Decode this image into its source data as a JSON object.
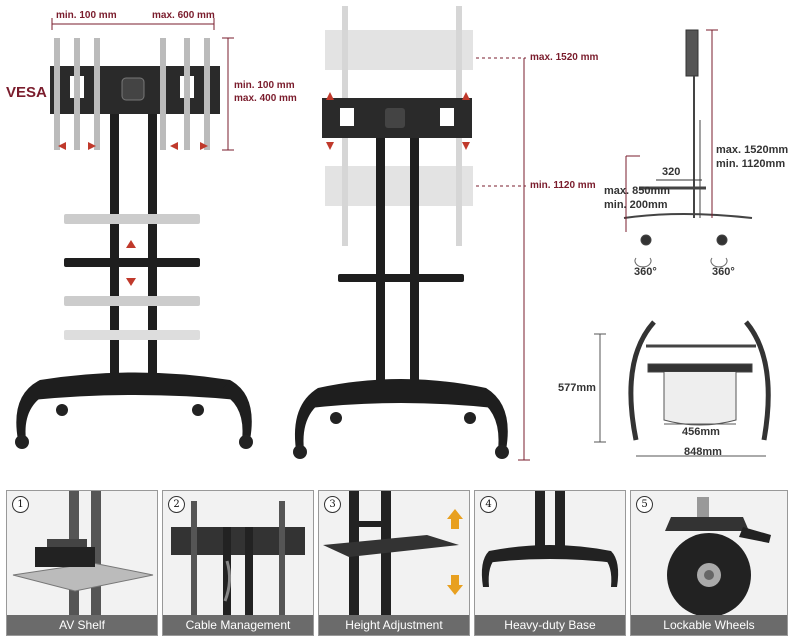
{
  "vesa": {
    "label": "VESA",
    "min_w": "min. 100 mm",
    "max_w": "max. 600 mm",
    "min_h": "min.  100 mm",
    "max_h": "max. 400 mm"
  },
  "height": {
    "max": "max. 1520 mm",
    "min": "min.  1120 mm"
  },
  "side": {
    "width": "320",
    "max_h": "max. 1520mm",
    "min_h": "min.  1120mm",
    "shelf_max": "max. 850mm",
    "shelf_min": "min.  200mm",
    "rot_left": "360°",
    "rot_right": "360°"
  },
  "base": {
    "height": "577mm",
    "inner": "456mm",
    "outer": "848mm"
  },
  "features": [
    {
      "num": "1",
      "label": "AV Shelf"
    },
    {
      "num": "2",
      "label": "Cable Management"
    },
    {
      "num": "3",
      "label": "Height Adjustment"
    },
    {
      "num": "4",
      "label": "Heavy-duty Base"
    },
    {
      "num": "5",
      "label": "Lockable Wheels"
    }
  ],
  "colors": {
    "accent": "#7a1c2c",
    "arrow": "#c0392b",
    "stand": "#1e1e1e",
    "ghost": "#c8c8c8",
    "caption_bg": "#6b6b6b"
  }
}
